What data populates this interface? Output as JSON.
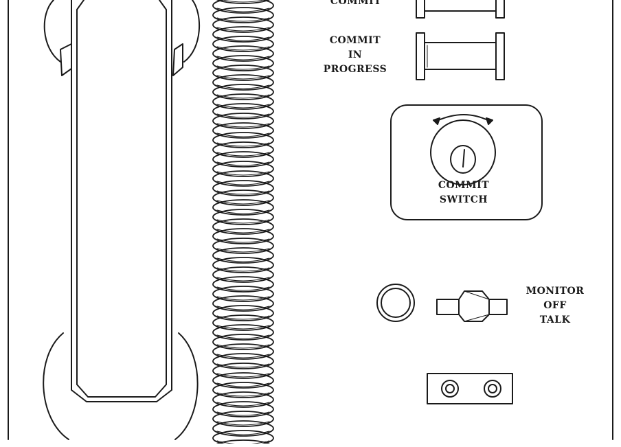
{
  "labels": {
    "commit_top": "COMMIT",
    "commit_in_progress": [
      "COMMIT",
      "IN",
      "PROGRESS"
    ],
    "commit_switch": [
      "COMMIT",
      "SWITCH"
    ],
    "monitor": [
      "MONITOR",
      "OFF",
      "TALK"
    ]
  },
  "colors": {
    "ink": "#1a1a1a",
    "paper": "#ffffff"
  }
}
